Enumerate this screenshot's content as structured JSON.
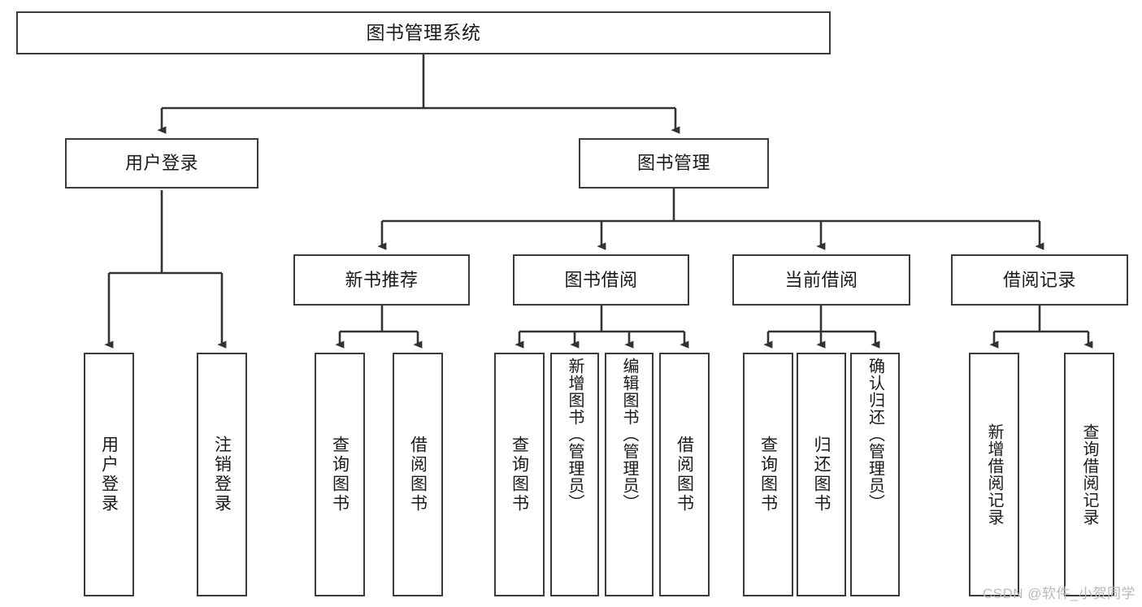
{
  "diagram": {
    "type": "tree-hierarchy",
    "title": "图书管理系统",
    "orientation": "top-down",
    "colors": {
      "box_border": "#3a3a3a",
      "box_fill": "#ffffff",
      "connector": "#333333",
      "text": "#1a1a1a",
      "watermark": "#b9b9b9"
    },
    "root": {
      "id": "root",
      "label": "图书管理系统"
    },
    "level2": [
      {
        "id": "user-login",
        "label": "用户登录"
      },
      {
        "id": "book-manage",
        "label": "图书管理"
      }
    ],
    "level3": [
      {
        "id": "new-book-rec",
        "label": "新书推荐",
        "parent": "book-manage"
      },
      {
        "id": "book-borrow",
        "label": "图书借阅",
        "parent": "book-manage"
      },
      {
        "id": "current-borrow",
        "label": "当前借阅",
        "parent": "book-manage"
      },
      {
        "id": "borrow-record",
        "label": "借阅记录",
        "parent": "book-manage"
      }
    ],
    "leaves": {
      "user-login": [
        {
          "id": "leaf-user-login",
          "label": "用户登录"
        },
        {
          "id": "leaf-logout",
          "label": "注销登录"
        }
      ],
      "new-book-rec": [
        {
          "id": "leaf-query-book-1",
          "label": "查询图书"
        },
        {
          "id": "leaf-borrow-book-1",
          "label": "借阅图书"
        }
      ],
      "book-borrow": [
        {
          "id": "leaf-query-book-2",
          "label": "查询图书"
        },
        {
          "id": "leaf-add-book",
          "label": "新增图书（管理员）"
        },
        {
          "id": "leaf-edit-book",
          "label": "编辑图书（管理员）"
        },
        {
          "id": "leaf-borrow-book-2",
          "label": "借阅图书"
        }
      ],
      "current-borrow": [
        {
          "id": "leaf-query-book-3",
          "label": "查询图书"
        },
        {
          "id": "leaf-return-book",
          "label": "归还图书"
        },
        {
          "id": "leaf-confirm-return",
          "label": "确认归还（管理员）"
        }
      ],
      "borrow-record": [
        {
          "id": "leaf-add-record",
          "label": "新增借阅记录"
        },
        {
          "id": "leaf-query-record",
          "label": "查询借阅记录"
        }
      ]
    }
  },
  "watermark": {
    "text": "CSDN @软件_小贺同学"
  }
}
